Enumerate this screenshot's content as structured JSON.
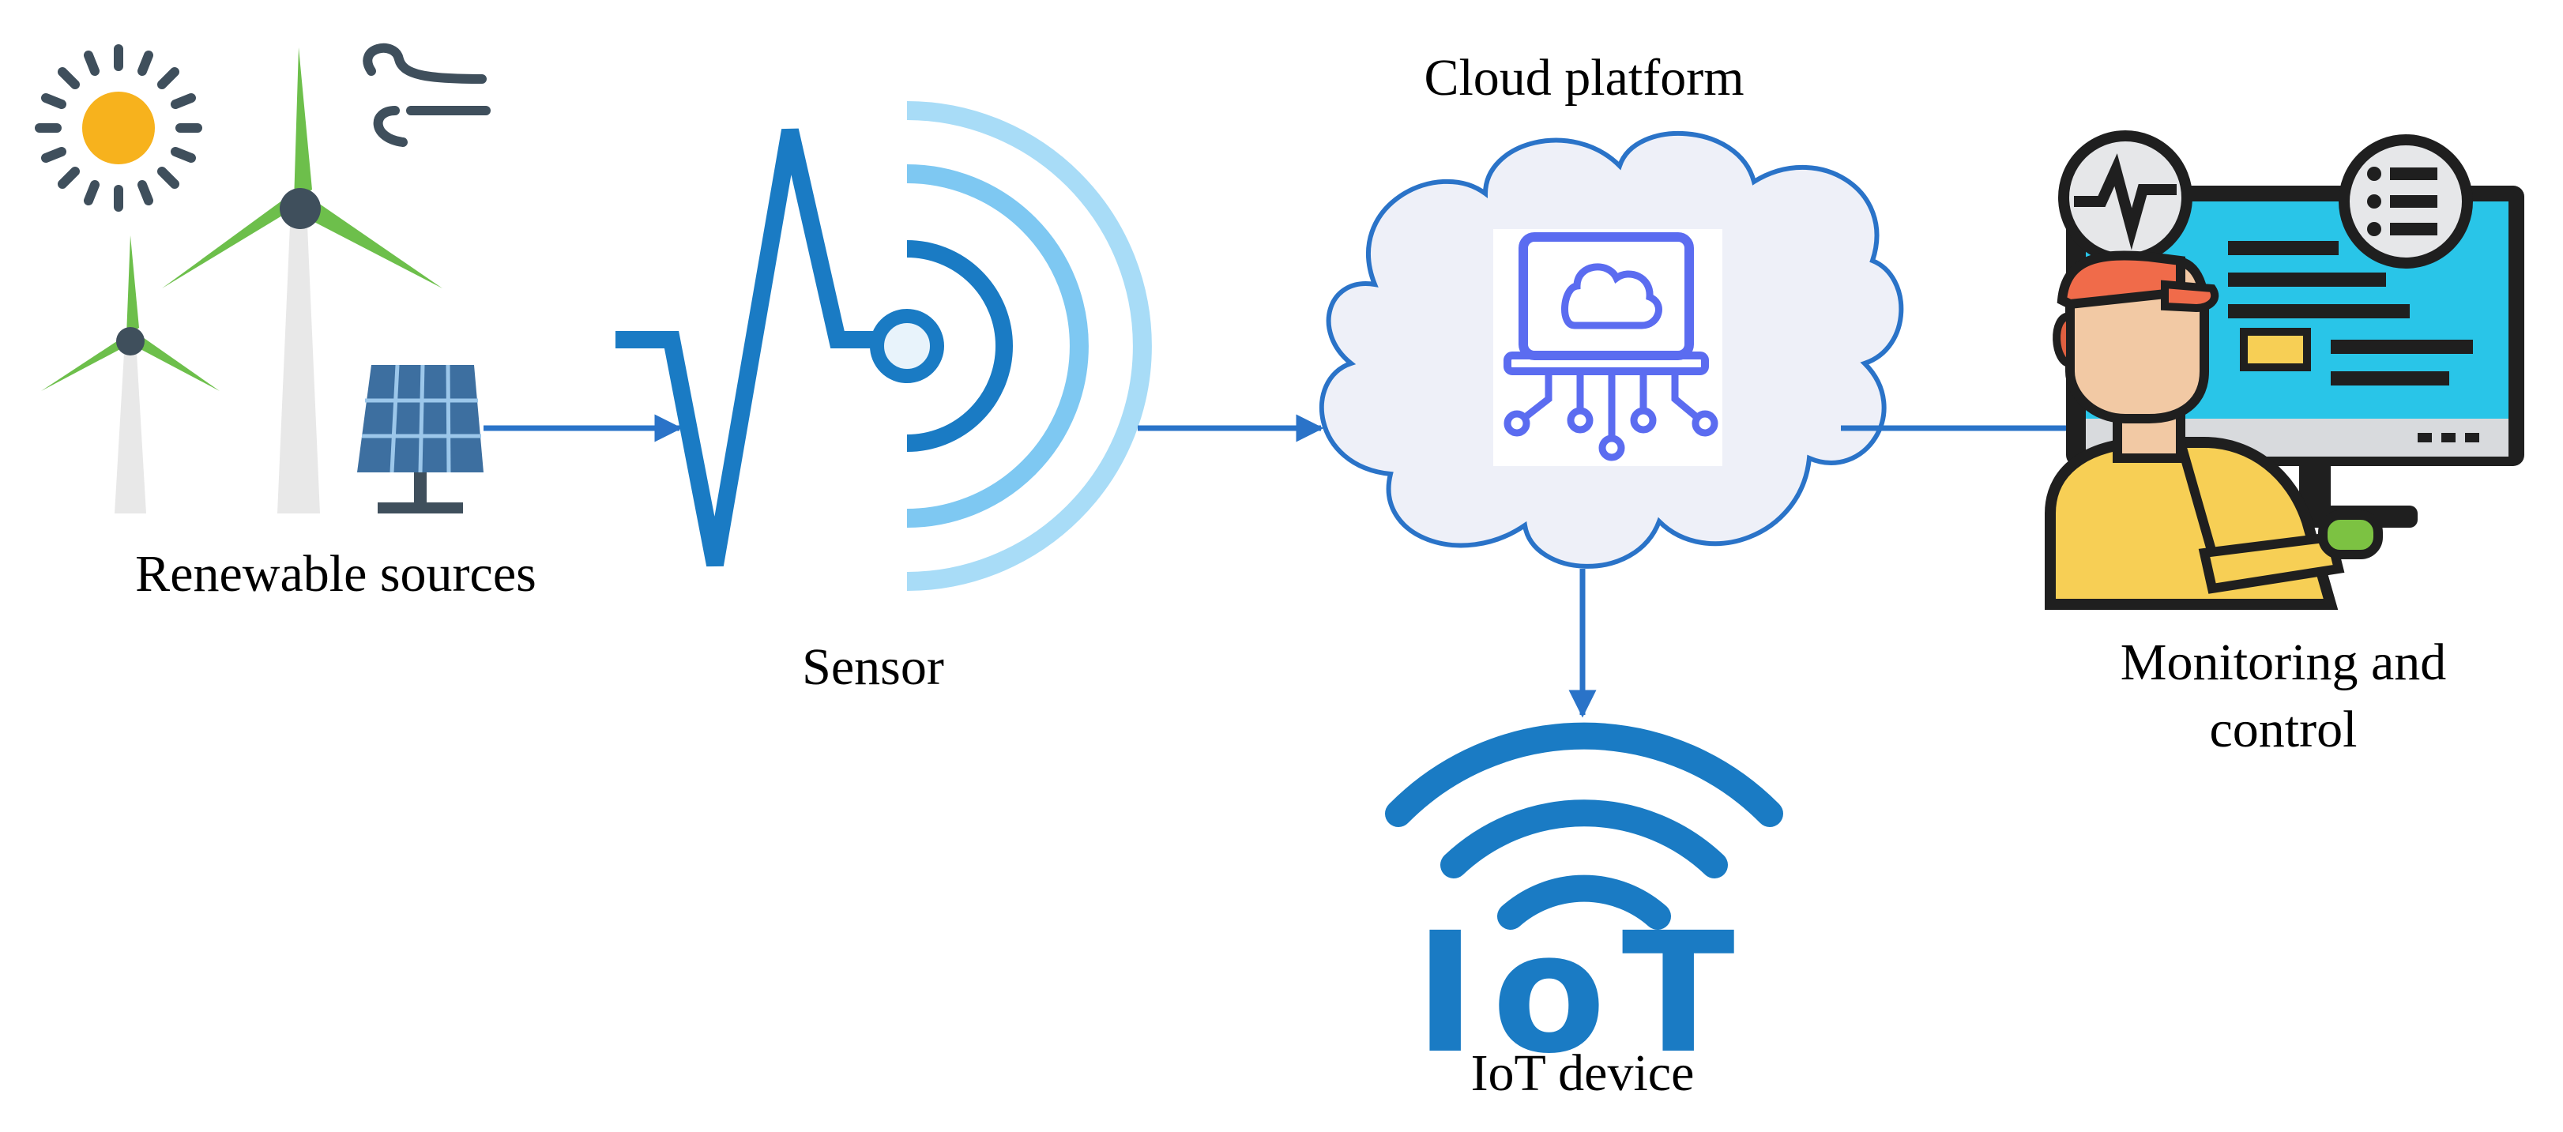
{
  "labels": {
    "renewable": "Renewable sources",
    "sensor": "Sensor",
    "cloud": "Cloud platform",
    "iot": "IoT device",
    "monitoring_line1": "Monitoring and",
    "monitoring_line2": "control"
  },
  "icon_text": {
    "iot_logo": "IoT"
  },
  "colors": {
    "arrow": "#2a73c8",
    "sensor_blue": "#1a7bc4",
    "wave_light": "#8fd0f5",
    "cloud_fill": "#eef0f8",
    "cloud_stroke": "#2a73c8",
    "chip_blue": "#5b6cf0",
    "turbine_green": "#6dbf4b",
    "sun": "#f7b21d",
    "solar_panel": "#3d6fa0",
    "monitor_screen": "#29c5e8",
    "worker_shirt": "#f7cf55",
    "worker_cap": "#f06b4a"
  }
}
